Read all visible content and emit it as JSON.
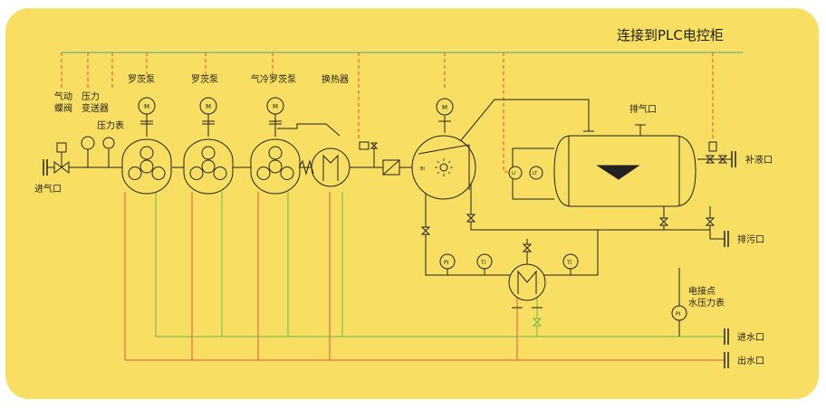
{
  "colors": {
    "background": "#f8df63",
    "outer": "#ffffff",
    "pipe": "#222222",
    "signal": "#e94b2b",
    "teal": "#3fa7a2",
    "water_in": "#6cb94d",
    "water_out": "#e05a3a"
  },
  "header": {
    "title": "连接到PLC电控柜"
  },
  "labels": {
    "pneumatic_valve": [
      "气动",
      "蝶阀"
    ],
    "pressure_transmitter": [
      "压力",
      "变送器"
    ],
    "pressure_gauge": "压力表",
    "roots_pump_1": "罗茨泵",
    "roots_pump_2": "罗茨泵",
    "air_cooled_roots_pump": "气冷罗茨泵",
    "heat_exchanger": "换热器",
    "exhaust_port": "排气口",
    "gas_inlet": "进气口",
    "refill_port": "补液口",
    "drain_port": "排污口",
    "electric_contact_gauge": [
      "电接点",
      "水压力表"
    ],
    "water_inlet": "进水口",
    "water_outlet": "出水口"
  },
  "instruments": {
    "motor": "M",
    "level_indicator": "LI",
    "level_transmitter": "LT",
    "pressure_indicator": "PI",
    "temperature_indicator": "Ti"
  }
}
